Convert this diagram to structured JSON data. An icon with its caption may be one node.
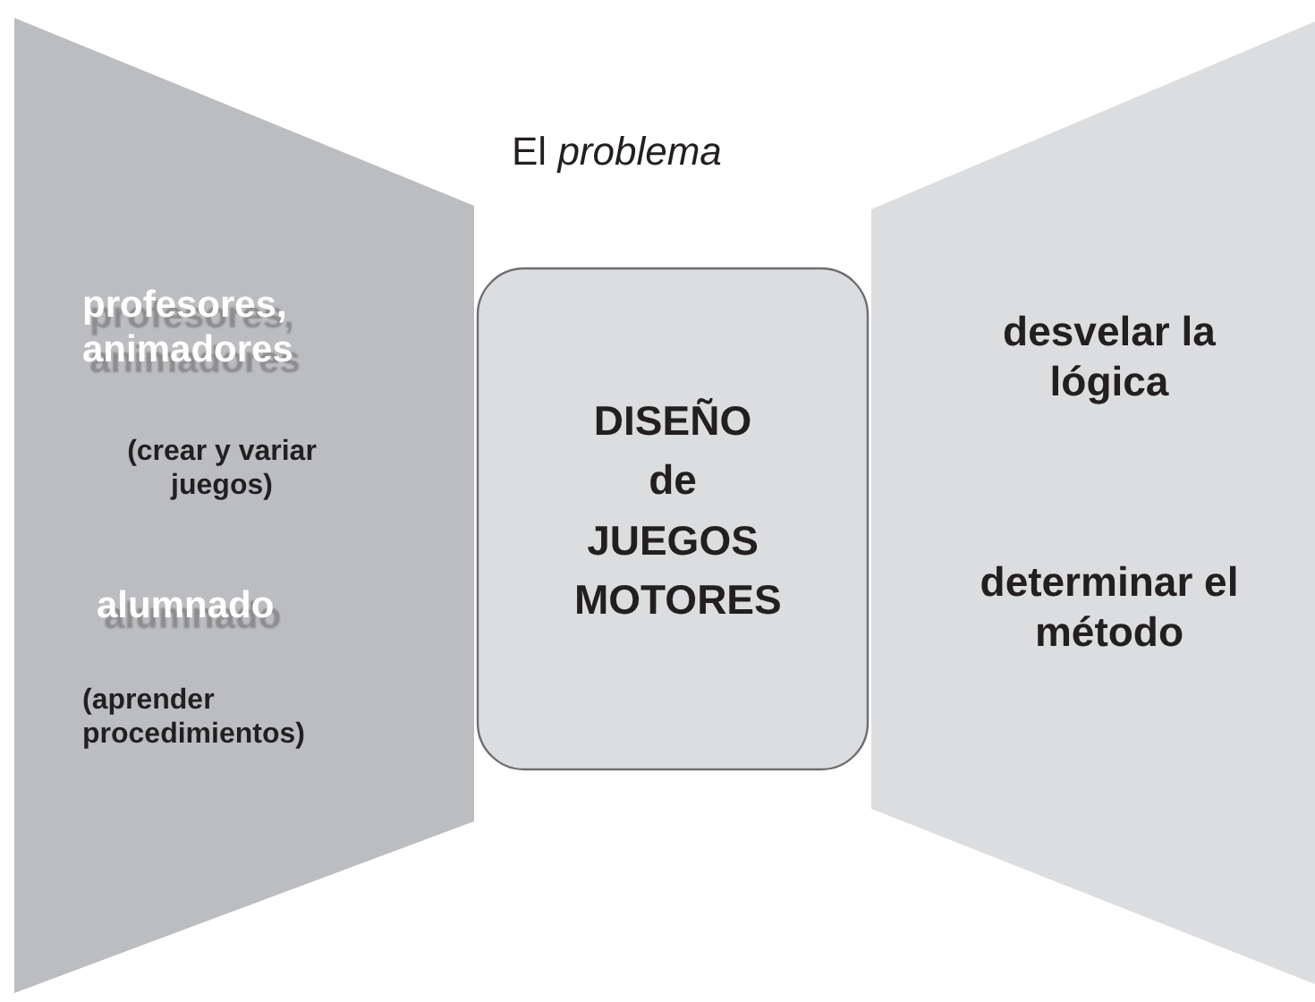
{
  "diagram": {
    "nodes": [
      {
        "text": [
          "profesores, animadores",
          "(crear y variar juegos)",
          "alumnado",
          "(aprender procedimientos)"
        ]
      },
      {
        "text": [
          "DISEÑO de JUEGOS MOTORES"
        ]
      },
      {
        "text": [
          "desvelar la lógica",
          "determinar el método"
        ]
      }
    ],
    "edges": [],
    "labels": [
      "El *problema*"
    ]
  }
}
